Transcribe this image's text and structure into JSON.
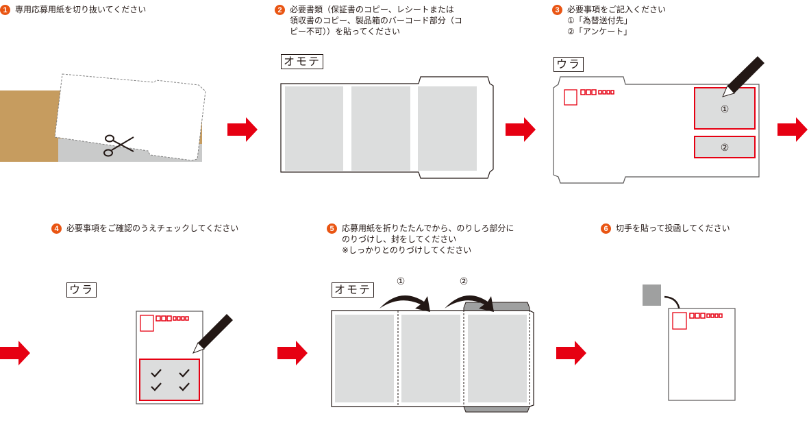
{
  "colors": {
    "badge": "#e95513",
    "flow_arrow": "#e60012",
    "postal_red": "#e60012",
    "cardboard": "#c69c5f",
    "panel_gray": "#dcdddd",
    "flap_gray": "#9fa0a0",
    "ink": "#231815"
  },
  "steps": [
    {
      "number": "1",
      "text": "専用応募用紙を切り抜いてください",
      "illustration": "cut-form-with-scissors"
    },
    {
      "number": "2",
      "text": "必要書類（保証書のコピー、レシートまたは\n領収書のコピー、製品箱のバーコード部分（コ\nピー不可））を貼ってください",
      "side_label": "オモテ",
      "illustration": "form-front-three-panels"
    },
    {
      "number": "3",
      "text": "必要事項をご記入ください\n①「為替送付先」\n②「アンケート」",
      "side_label": "ウラ",
      "illustration": "form-back-fill-in",
      "field_labels": [
        "①",
        "②"
      ],
      "postal_code": "□□□-□□□□"
    },
    {
      "number": "4",
      "text": "必要事項をご確認のうえチェックしてください",
      "side_label": "ウラ",
      "illustration": "form-back-checklist",
      "postal_code": "□□□-□□□□"
    },
    {
      "number": "5",
      "text": "応募用紙を折りたたんでから、のりしろ部分に\nのりづけし、封をしてください\n※しっかりとのりづけしてください",
      "side_label": "オモテ",
      "illustration": "fold-and-glue",
      "fold_labels": [
        "①",
        "②"
      ]
    },
    {
      "number": "6",
      "text": "切手を貼って投函してください",
      "illustration": "attach-stamp",
      "postal_code": "□□□-□□□□"
    }
  ],
  "flow_arrows": [
    "step1-to-2",
    "step2-to-3",
    "step3-to-4",
    "step4-to-5",
    "step5-to-6"
  ]
}
